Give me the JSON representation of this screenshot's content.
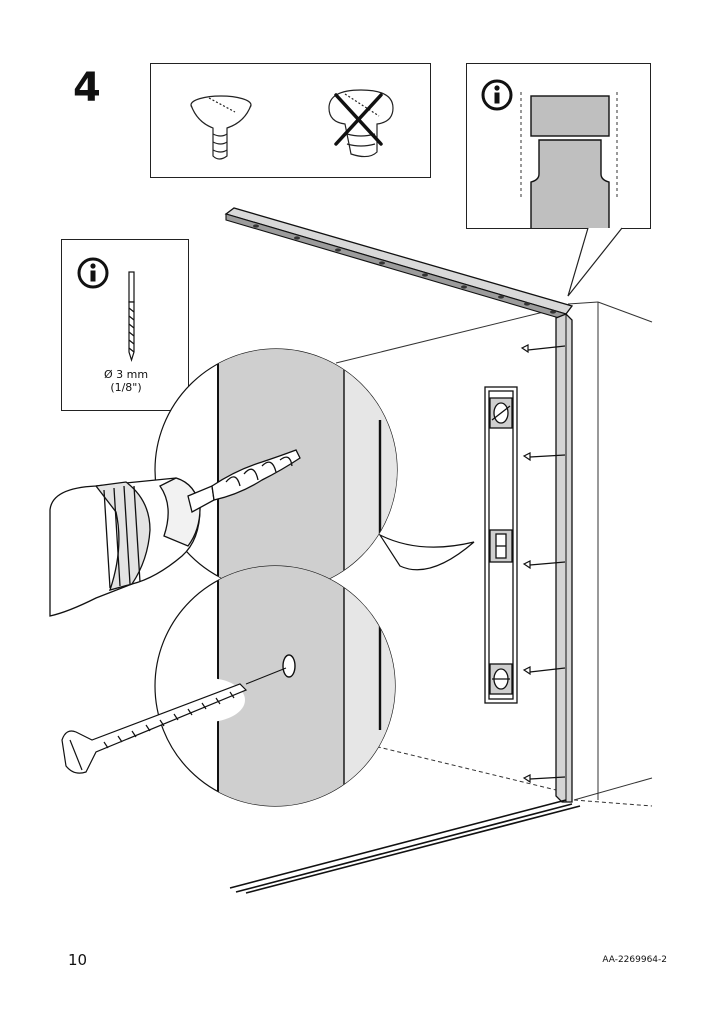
{
  "page": {
    "step_number": "4",
    "page_number": "10",
    "article_code": "AA-2269964-2"
  },
  "drill_info": {
    "diameter_metric": "Ø 3 mm",
    "diameter_imperial": "(1/8\")"
  },
  "icons": {
    "info": "info-icon",
    "cross": "cross-icon"
  }
}
